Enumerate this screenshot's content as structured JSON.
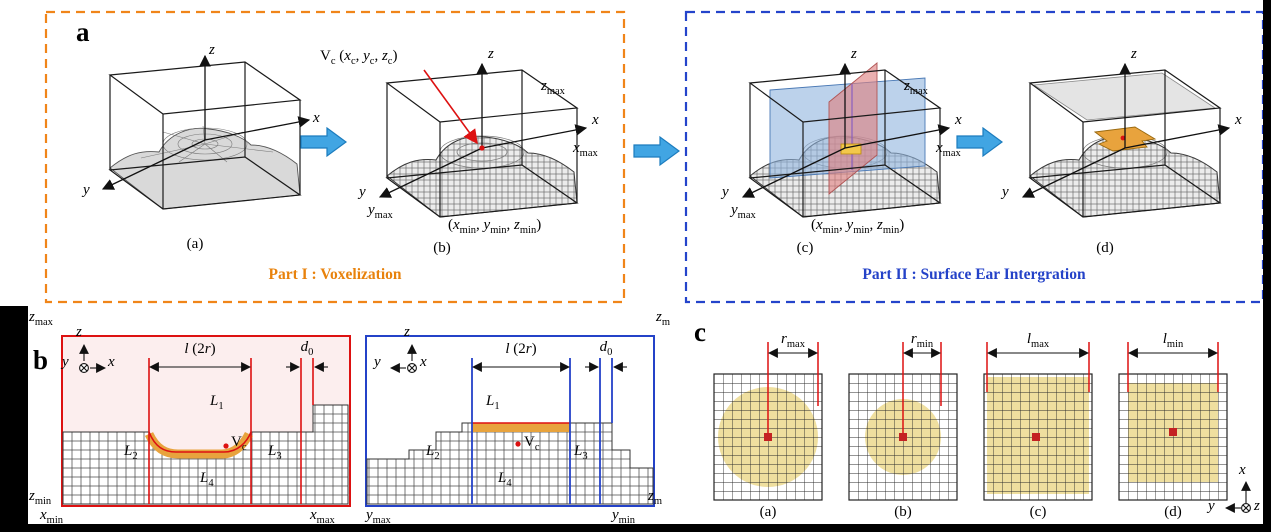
{
  "panels": {
    "a": "a",
    "b": "b",
    "c": "c"
  },
  "axes": {
    "x": "x",
    "y": "y",
    "z": "z"
  },
  "part1": {
    "title": "Part I : Voxelization"
  },
  "part2": {
    "title": "Part II : Surface Ear Intergration"
  },
  "captions": {
    "a": "(a)",
    "b": "(b)",
    "c": "(c)",
    "d": "(d)"
  },
  "labels": {
    "vc_point": [
      {
        "t": "V"
      },
      {
        "t": "c",
        "sub": true
      },
      {
        "t": " ("
      },
      {
        "t": "x",
        "i": true
      },
      {
        "t": "c",
        "sub": true
      },
      {
        "t": ", "
      },
      {
        "t": "y",
        "i": true
      },
      {
        "t": "c",
        "sub": true
      },
      {
        "t": ", "
      },
      {
        "t": "z",
        "i": true
      },
      {
        "t": "c",
        "sub": true
      },
      {
        "t": ")"
      }
    ],
    "zmax": [
      {
        "t": "z",
        "i": true
      },
      {
        "t": "max",
        "sub": true
      }
    ],
    "xmax": [
      {
        "t": "x",
        "i": true
      },
      {
        "t": "max",
        "sub": true
      }
    ],
    "ymax": [
      {
        "t": "y",
        "i": true
      },
      {
        "t": "max",
        "sub": true
      }
    ],
    "zmin": [
      {
        "t": "z",
        "i": true
      },
      {
        "t": "min",
        "sub": true
      }
    ],
    "xmin": [
      {
        "t": "x",
        "i": true
      },
      {
        "t": "min",
        "sub": true
      }
    ],
    "ymin": [
      {
        "t": "y",
        "i": true
      },
      {
        "t": "min",
        "sub": true
      }
    ],
    "zm": [
      {
        "t": "z",
        "i": true
      },
      {
        "t": "m",
        "sub": true
      }
    ],
    "origin_min": [
      {
        "t": "("
      },
      {
        "t": "x",
        "i": true
      },
      {
        "t": "min",
        "sub": true
      },
      {
        "t": ", "
      },
      {
        "t": "y",
        "i": true
      },
      {
        "t": "min",
        "sub": true
      },
      {
        "t": ", "
      },
      {
        "t": "z",
        "i": true
      },
      {
        "t": "min",
        "sub": true
      },
      {
        "t": ")"
      }
    ],
    "l_2r": [
      {
        "t": "l",
        "i": true
      },
      {
        "t": " (2"
      },
      {
        "t": "r",
        "i": true
      },
      {
        "t": ")"
      }
    ],
    "d0": [
      {
        "t": "d",
        "i": true
      },
      {
        "t": "0",
        "sub": true
      }
    ],
    "L1": [
      {
        "t": "L",
        "i": true
      },
      {
        "t": "1",
        "sub": true
      }
    ],
    "L2": [
      {
        "t": "L",
        "i": true
      },
      {
        "t": "2",
        "sub": true
      }
    ],
    "L3": [
      {
        "t": "L",
        "i": true
      },
      {
        "t": "3",
        "sub": true
      }
    ],
    "L4": [
      {
        "t": "L",
        "i": true
      },
      {
        "t": "4",
        "sub": true
      }
    ],
    "Vc": [
      {
        "t": "V"
      },
      {
        "t": "c",
        "sub": true
      }
    ],
    "rmax": [
      {
        "t": "r",
        "i": true
      },
      {
        "t": "max",
        "sub": true
      }
    ],
    "rmin": [
      {
        "t": "r",
        "i": true
      },
      {
        "t": "min",
        "sub": true
      }
    ],
    "lmax": [
      {
        "t": "l",
        "i": true
      },
      {
        "t": "max",
        "sub": true
      }
    ],
    "lmin": [
      {
        "t": "l",
        "i": true
      },
      {
        "t": "min",
        "sub": true
      }
    ]
  },
  "icons": {
    "axis_into_page": "circle-cross (axis into page)",
    "flow_arrow": "thick-right-arrow"
  },
  "colors": {
    "part1_accent": "#E8820C",
    "part2_accent": "#2442C8",
    "flow_arrow": "#41A5E3",
    "highlight_red": "#DD1111",
    "kernel_yellow": "#EFDF9F",
    "ear_orange": "#E8A33D",
    "plane_blue": "#8FB4DE",
    "plane_red": "#DE8080"
  }
}
